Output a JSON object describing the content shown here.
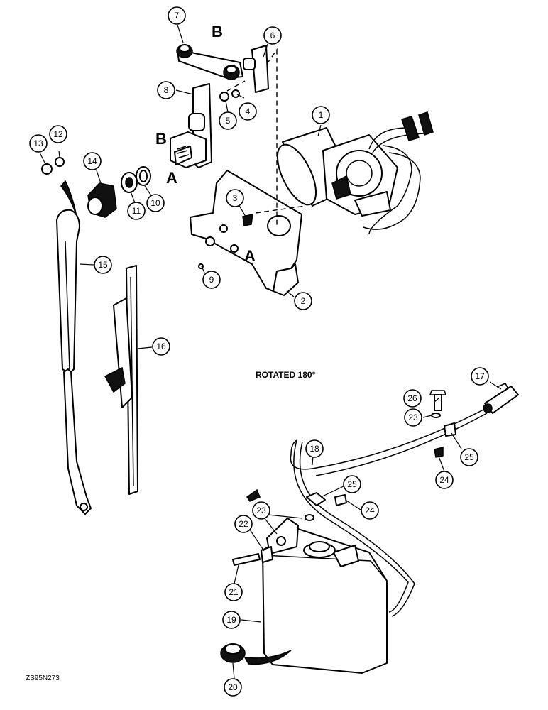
{
  "callouts": [
    {
      "label": "1"
    },
    {
      "label": "2"
    },
    {
      "label": "3"
    },
    {
      "label": "4"
    },
    {
      "label": "5"
    },
    {
      "label": "6"
    },
    {
      "label": "7"
    },
    {
      "label": "8"
    },
    {
      "label": "9"
    },
    {
      "label": "10"
    },
    {
      "label": "11"
    },
    {
      "label": "12"
    },
    {
      "label": "13"
    },
    {
      "label": "14"
    },
    {
      "label": "15"
    },
    {
      "label": "16"
    },
    {
      "label": "17"
    },
    {
      "label": "18"
    },
    {
      "label": "19"
    },
    {
      "label": "20"
    },
    {
      "label": "21"
    },
    {
      "label": "22"
    },
    {
      "label": "23"
    },
    {
      "label": "23"
    },
    {
      "label": "24"
    },
    {
      "label": "24"
    },
    {
      "label": "25"
    },
    {
      "label": "25"
    },
    {
      "label": "26"
    }
  ],
  "reference_letters": {
    "b_top": "B",
    "b_mid": "B",
    "a_left": "A",
    "a_bracket": "A"
  },
  "note": "ROTATED 180°",
  "drawing_code": "ZS95N273"
}
